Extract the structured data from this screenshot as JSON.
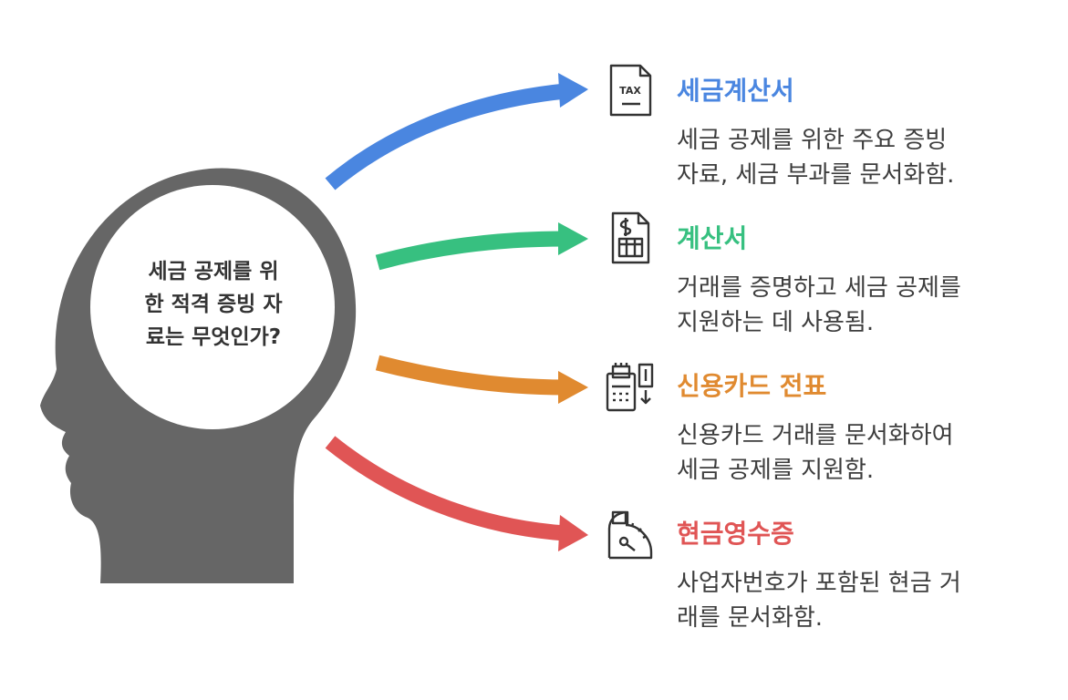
{
  "colors": {
    "head": "#666666",
    "face": "#ffffff",
    "text_dark": "#333333",
    "desc_text": "#3d3d3d",
    "icon_stroke": "#333333",
    "blue": "#4a86e0",
    "green": "#37c080",
    "orange": "#e08a30",
    "red": "#e05555"
  },
  "question": {
    "line1": "세금 공제를 위",
    "line2": "한 적격 증빙 자",
    "line3": "료는 무엇인가?"
  },
  "items": [
    {
      "title": "세금계산서",
      "desc_line1": "세금 공제를 위한 주요 증빙",
      "desc_line2": "자료, 세금 부과를 문서화함.",
      "icon": "tax-document-icon",
      "icon_label": "TAX",
      "color": "#4a86e0"
    },
    {
      "title": "계산서",
      "desc_line1": "거래를 증명하고 세금 공제를",
      "desc_line2": "지원하는 데 사용됨.",
      "icon": "invoice-dollar-icon",
      "color": "#37c080"
    },
    {
      "title": "신용카드 전표",
      "desc_line1": "신용카드 거래를 문서화하여",
      "desc_line2": "세금 공제를 지원함.",
      "icon": "card-terminal-icon",
      "color": "#e08a30"
    },
    {
      "title": "현금영수증",
      "desc_line1": "사업자번호가 포함된 현금 거",
      "desc_line2": "래를 문서화함.",
      "icon": "receipt-register-icon",
      "color": "#e05555"
    }
  ]
}
